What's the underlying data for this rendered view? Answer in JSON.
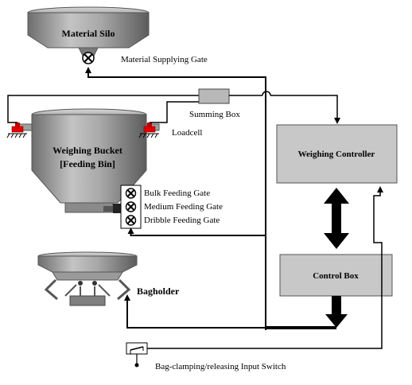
{
  "labels": {
    "material_silo": "Material Silo",
    "material_supplying_gate": "Material Supplying Gate",
    "summing_box": "Summing Box",
    "loadcell": "Loadcell",
    "weighing_bucket_line1": "Weighing Bucket",
    "weighing_bucket_line2": "[Feeding Bin]",
    "bulk_feeding_gate": "Bulk Feeding Gate",
    "medium_feeding_gate": "Medium Feeding Gate",
    "dribble_feeding_gate": "Dribble Feeding Gate",
    "weighing_controller": "Weighing Controller",
    "control_box": "Control Box",
    "bagholder": "Bagholder",
    "input_switch": "Bag-clamping/releasing  Input Switch"
  },
  "colors": {
    "equipment_gray": "#8c8c8c",
    "box_fill": "#c8c8c8",
    "loadcell_red": "#e00000",
    "line": "#000000"
  }
}
